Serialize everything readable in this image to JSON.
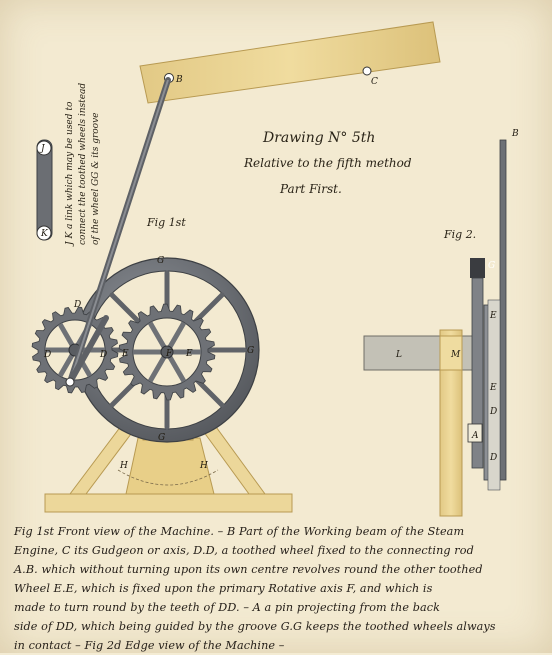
{
  "title": {
    "line1": "Drawing N° 5th",
    "line2": "Relative to the fifth method",
    "line3": "Part First."
  },
  "figures": {
    "fig1": "Fig 1st",
    "fig2": "Fig 2."
  },
  "side_note": {
    "line1": "J K a link which may be used to",
    "line2": "connect the toothed wheels instead",
    "line3": "of the wheel GG & its groove"
  },
  "labels": {
    "B": "B",
    "C": "C",
    "G": "G",
    "D": "D",
    "E": "E",
    "F": "F",
    "H": "H",
    "K": "K",
    "J": "J",
    "L": "L",
    "M": "M",
    "A": "A"
  },
  "caption": [
    "Fig 1st Front view of the Machine. – B Part of the Working beam of the Steam",
    "Engine, C its Gudgeon or axis, D.D, a toothed wheel fixed to the connecting rod",
    "A.B. which without turning upon its own centre revolves round the other toothed",
    "Wheel E.E, which is fixed upon the primary Rotative axis F, and which is",
    "made to turn round by the teeth of DD. – A a pin projecting from the back",
    "side of DD, which being guided by the groove G.G keeps the toothed wheels always",
    "in contact – Fig 2d Edge view of the Machine –"
  ],
  "colors": {
    "paper": "#f3ead1",
    "wood": "#ecd79a",
    "wood_dark": "#d8bb6c",
    "iron": "#707378",
    "iron_dark": "#4a4d52",
    "ink": "#26201a"
  }
}
